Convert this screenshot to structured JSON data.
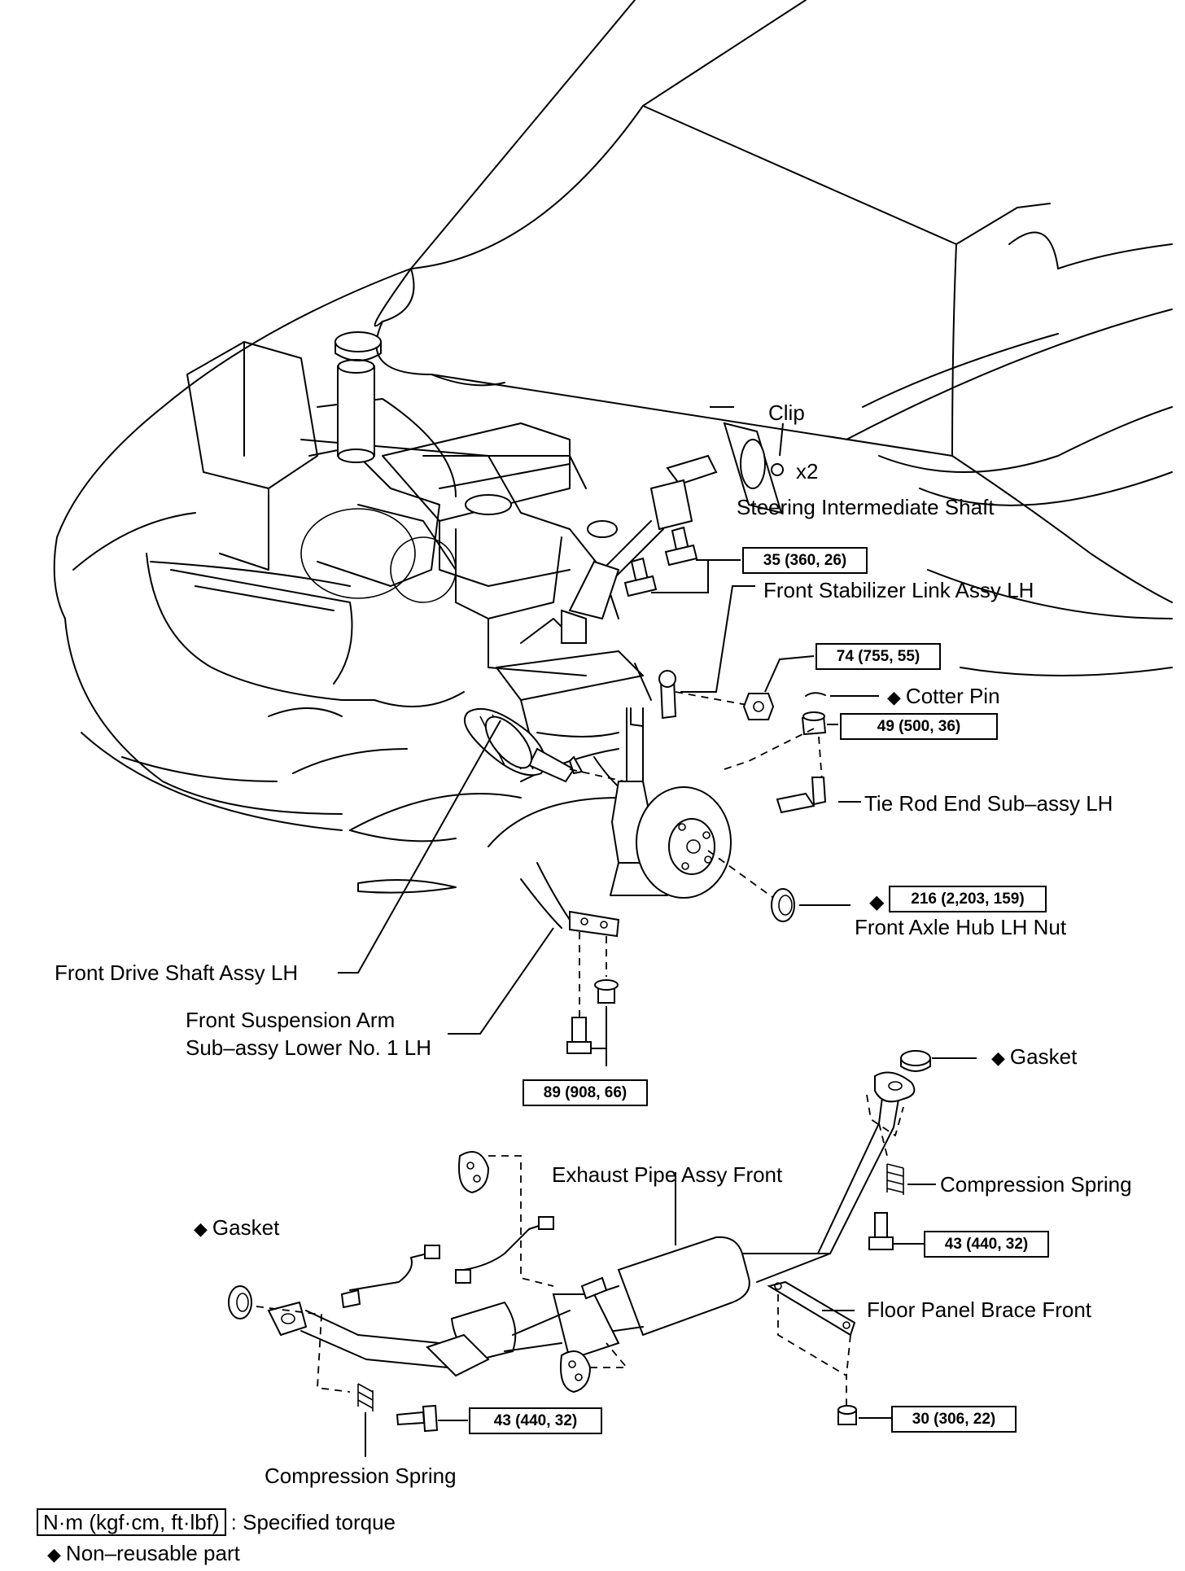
{
  "labels": {
    "clip": "Clip",
    "clip_qty": "x2",
    "steering_shaft": "Steering Intermediate Shaft",
    "stabilizer_link": "Front Stabilizer Link Assy LH",
    "cotter_pin": "Cotter Pin",
    "tie_rod": "Tie Rod End Sub–assy LH",
    "axle_nut": "Front Axle Hub LH Nut",
    "drive_shaft": "Front Drive Shaft Assy LH",
    "susp_arm_1": "Front Suspension Arm",
    "susp_arm_2": "Sub–assy Lower No. 1 LH",
    "gasket_right": "Gasket",
    "exhaust_pipe": "Exhaust Pipe Assy Front",
    "comp_spring_right": "Compression Spring",
    "gasket_left": "Gasket",
    "floor_brace": "Floor Panel Brace Front",
    "comp_spring_bottom": "Compression Spring"
  },
  "non_reusable_symbol": "◆",
  "torques": {
    "t35": "35 (360, 26)",
    "t74": "74 (755, 55)",
    "t49": "49 (500, 36)",
    "t216": "216 (2,203, 159)",
    "t89": "89 (908, 66)",
    "t43_right": "43 (440, 32)",
    "t43_bottom": "43 (440, 32)",
    "t30": "30 (306, 22)"
  },
  "legend": {
    "unit_box": "N·m (kgf·cm, ft·lbf)",
    "unit_desc": ": Specified torque",
    "nonreusable_desc": "Non–reusable part"
  }
}
